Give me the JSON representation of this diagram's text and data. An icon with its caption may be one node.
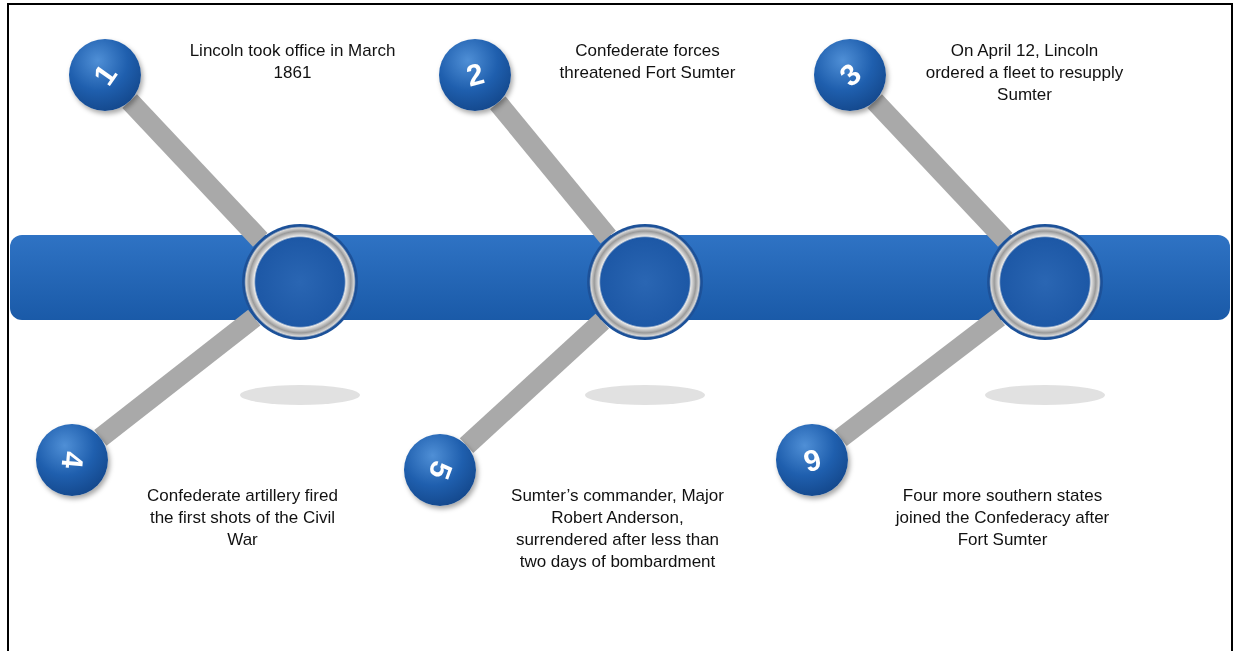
{
  "diagram": {
    "nodes": [
      {
        "text": [
          "1"
        ],
        "beside": [
          "Lincoln took office in March 1861"
        ]
      },
      {
        "text": [
          "2"
        ],
        "beside": [
          "Confederate forces threatened Fort Sumter"
        ]
      },
      {
        "text": [
          "3"
        ],
        "beside": [
          "On April 12, Lincoln ordered a fleet to resupply Sumter"
        ]
      },
      {
        "text": [],
        "shape": "bar"
      },
      {
        "text": [],
        "shape": "circle"
      },
      {
        "text": [],
        "shape": "circle"
      },
      {
        "text": [],
        "shape": "circle"
      },
      {
        "text": [
          "4"
        ],
        "beside": [
          "Confederate artillery fired the first shots of the Civil War"
        ]
      },
      {
        "text": [
          "5"
        ],
        "beside": [
          "Sumter’s commander, Major Robert Anderson, surrendered after less than two days of bombardment"
        ]
      },
      {
        "text": [
          "6"
        ],
        "beside": [
          "Four more southern states joined the Confederacy after Fort Sumter"
        ]
      }
    ],
    "edges": [
      {
        "from": 0,
        "to": 4,
        "arrow": "none"
      },
      {
        "from": 1,
        "to": 5,
        "arrow": "none"
      },
      {
        "from": 2,
        "to": 6,
        "arrow": "none"
      },
      {
        "from": 7,
        "to": 4,
        "arrow": "none"
      },
      {
        "from": 8,
        "to": 5,
        "arrow": "none"
      },
      {
        "from": 9,
        "to": 6,
        "arrow": "none"
      }
    ]
  }
}
